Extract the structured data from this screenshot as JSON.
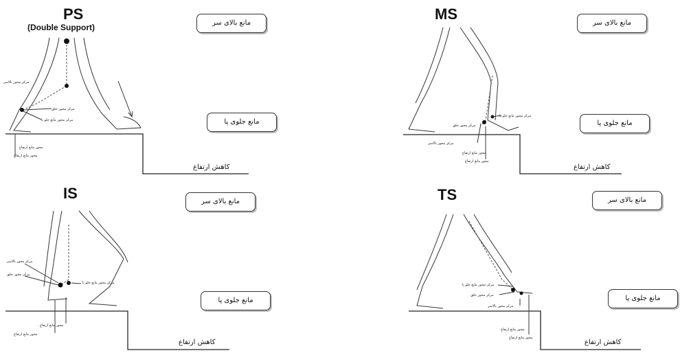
{
  "panels": [
    {
      "id": "ps",
      "title": "PS",
      "subtitle": "(Double Support)",
      "overhead_label": "مانع بالای سر",
      "front_label": "مانع جلوی پا",
      "drop_label": "کاهش ارتفاع",
      "small_labels": [
        "مرکز محور بالاسر",
        "مرکز محور حلق",
        "مرکز محور مانع جلو پا",
        "محور مانع ارتفاع",
        "محور مانع ارتفاع"
      ]
    },
    {
      "id": "ms",
      "title": "MS",
      "subtitle": "",
      "overhead_label": "مانع بالای سر",
      "front_label": "مانع جلوی پا",
      "drop_label": "کاهش ارتفاع",
      "small_labels": [
        "مرکز محور مانع جلو پا",
        "مرکز محور حلق",
        "مرکز محور بالاسر",
        "محور مانع ارتفاع",
        "محور مانع ارتفاع"
      ]
    },
    {
      "id": "is",
      "title": "IS",
      "subtitle": "",
      "overhead_label": "مانع بالای سر",
      "front_label": "مانع جلوی پا",
      "drop_label": "کاهش ارتفاع",
      "small_labels": [
        "مرکز محور بالاسر",
        "مرکز محور حلق",
        "مرکز محور مانع جلو پا",
        "محور مانع ارتفاع",
        "محور مانع ارتفاع"
      ]
    },
    {
      "id": "ts",
      "title": "TS",
      "subtitle": "",
      "overhead_label": "مانع بالای سر",
      "front_label": "مانع جلوی پا",
      "drop_label": "کاهش ارتفاع",
      "small_labels": [
        "مرکز محور مانع جلو پا",
        "مرکز محور حلق",
        "مرکز محور بالاسر",
        "محور مانع ارتفاع",
        "محور مانع ارتفاع"
      ]
    }
  ]
}
